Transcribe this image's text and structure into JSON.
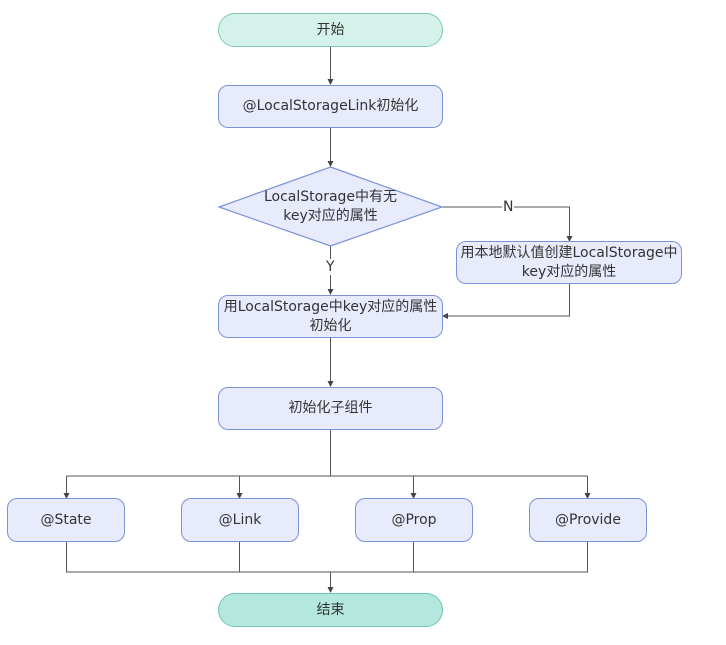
{
  "diagram": {
    "type": "flowchart",
    "colors": {
      "terminal_start_fill": "#d4f2ea",
      "terminal_end_fill": "#b4e8de",
      "terminal_stroke": "#7ccab6",
      "process_fill": "#e7ebfc",
      "process_stroke": "#7b93d6",
      "edge": "#555555"
    },
    "nodes": {
      "start": "开始",
      "init_link": "@LocalStorageLink初始化",
      "decision": [
        "LocalStorage中有无",
        "key对应的属性"
      ],
      "create_default": [
        "用本地默认值创建LocalStorage中",
        "key对应的属性"
      ],
      "init_from_storage": [
        "用LocalStorage中key对应的属性",
        "初始化"
      ],
      "init_children": "初始化子组件",
      "state": "@State",
      "link": "@Link",
      "prop": "@Prop",
      "provide": "@Provide",
      "end": "结束"
    },
    "edge_labels": {
      "yes": "Y",
      "no": "N"
    },
    "edges": [
      {
        "from": "start",
        "to": "init_link"
      },
      {
        "from": "init_link",
        "to": "decision"
      },
      {
        "from": "decision",
        "to": "init_from_storage",
        "label": "Y"
      },
      {
        "from": "decision",
        "to": "create_default",
        "label": "N"
      },
      {
        "from": "create_default",
        "to": "init_from_storage"
      },
      {
        "from": "init_from_storage",
        "to": "init_children"
      },
      {
        "from": "init_children",
        "to": "state"
      },
      {
        "from": "init_children",
        "to": "link"
      },
      {
        "from": "init_children",
        "to": "prop"
      },
      {
        "from": "init_children",
        "to": "provide"
      },
      {
        "from": "state",
        "to": "end"
      },
      {
        "from": "link",
        "to": "end"
      },
      {
        "from": "prop",
        "to": "end"
      },
      {
        "from": "provide",
        "to": "end"
      }
    ]
  }
}
